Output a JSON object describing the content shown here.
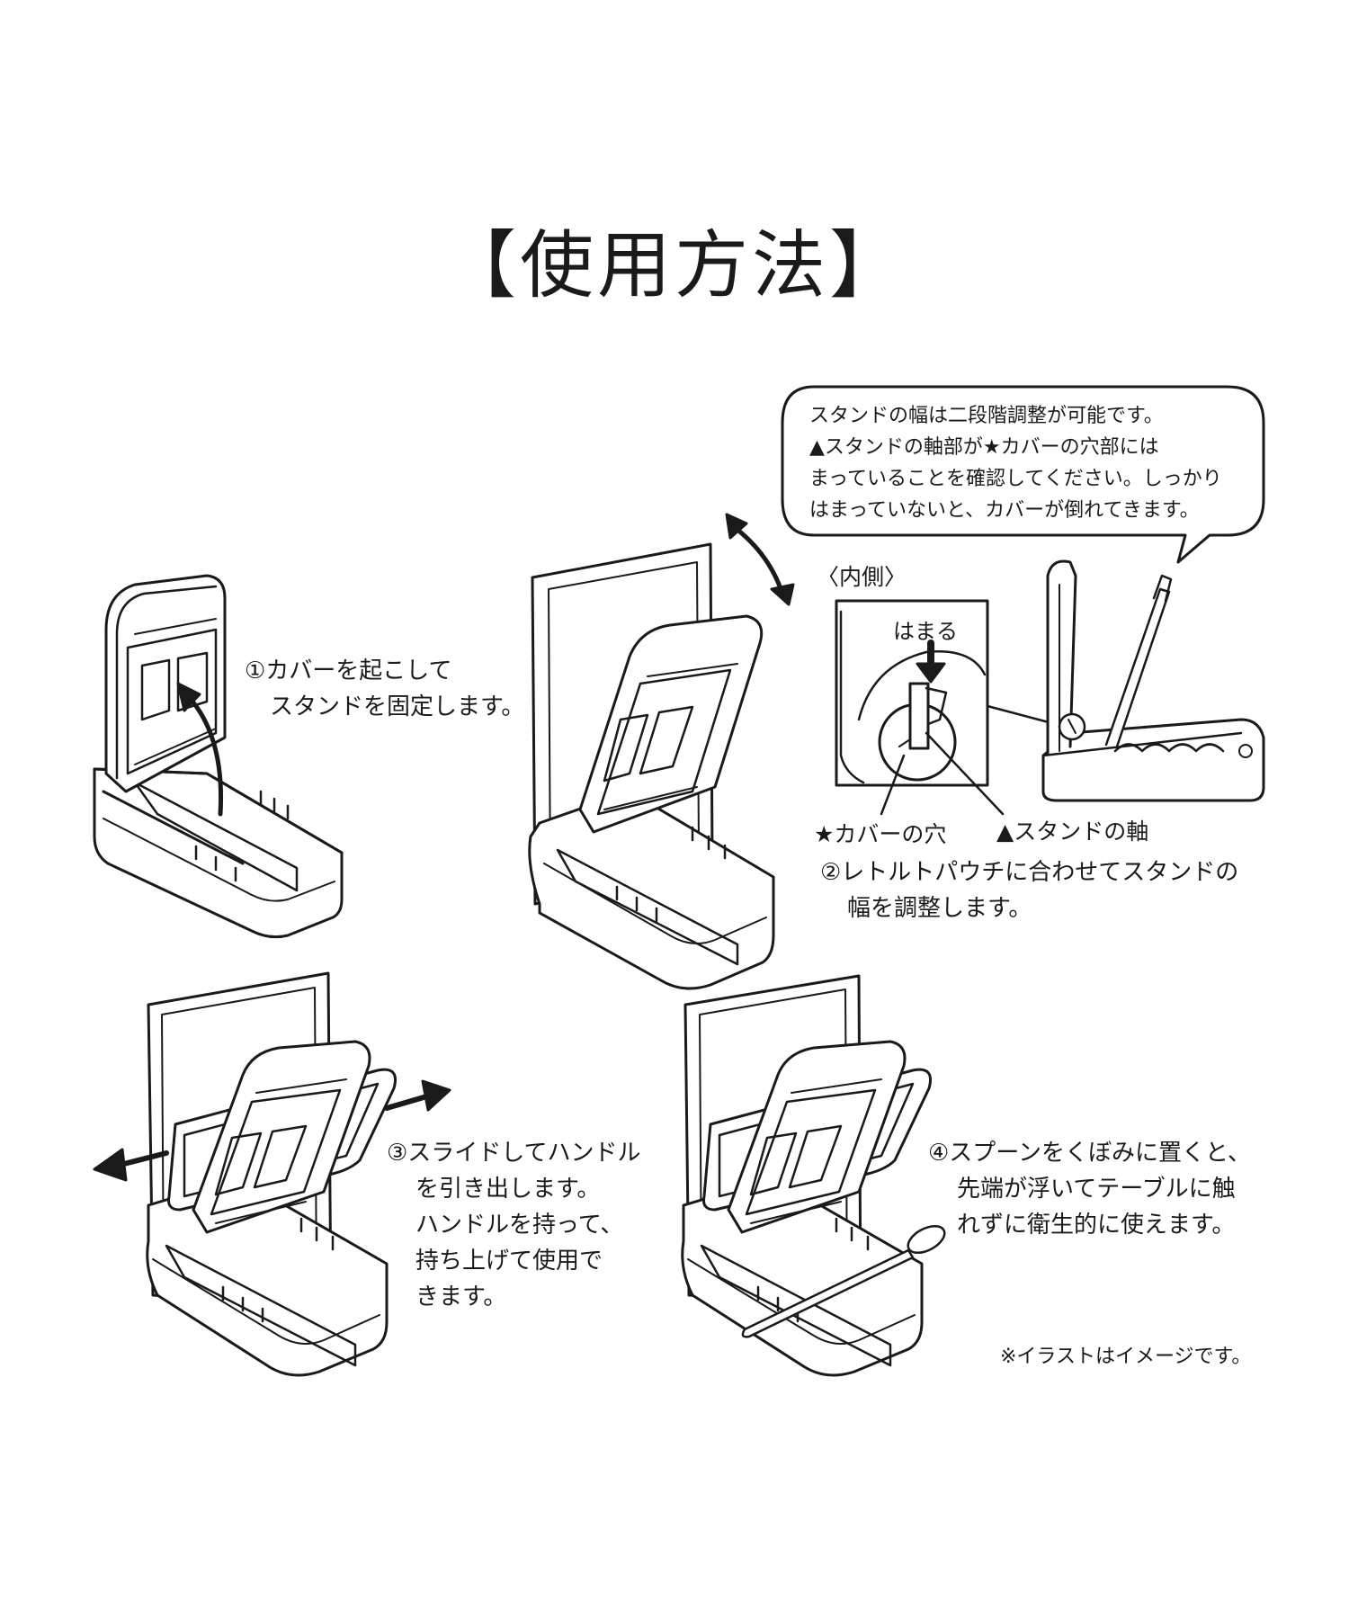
{
  "title": "【使用方法】",
  "bubble": {
    "lines": [
      "スタンドの幅は二段階調整が可能です。",
      "▲スタンドの軸部が★カバーの穴部には",
      "まっていることを確認してください。しっかり",
      "はまっていないと、カバーが倒れてきます。"
    ]
  },
  "inner": {
    "header": "〈内側〉",
    "fit_label": "はまる",
    "hole_label": "★カバーの穴",
    "axis_label": "▲スタンドの軸"
  },
  "steps": {
    "s1": [
      "①カバーを起こして",
      "スタンドを固定します。"
    ],
    "s2": [
      "②レトルトパウチに合わせてスタンドの",
      "幅を調整します。"
    ],
    "s3": [
      "③スライドしてハンドル",
      "を引き出します。",
      "ハンドルを持って、",
      "持ち上げて使用で",
      "きます。"
    ],
    "s4": [
      "④スプーンをくぼみに置くと、",
      "先端が浮いてテーブルに触",
      "れずに衛生的に使えます。"
    ]
  },
  "note": "※イラストはイメージです。",
  "colors": {
    "line": "#1a1a1a",
    "fill": "#ffffff",
    "accent_gray": "#dddddd"
  }
}
